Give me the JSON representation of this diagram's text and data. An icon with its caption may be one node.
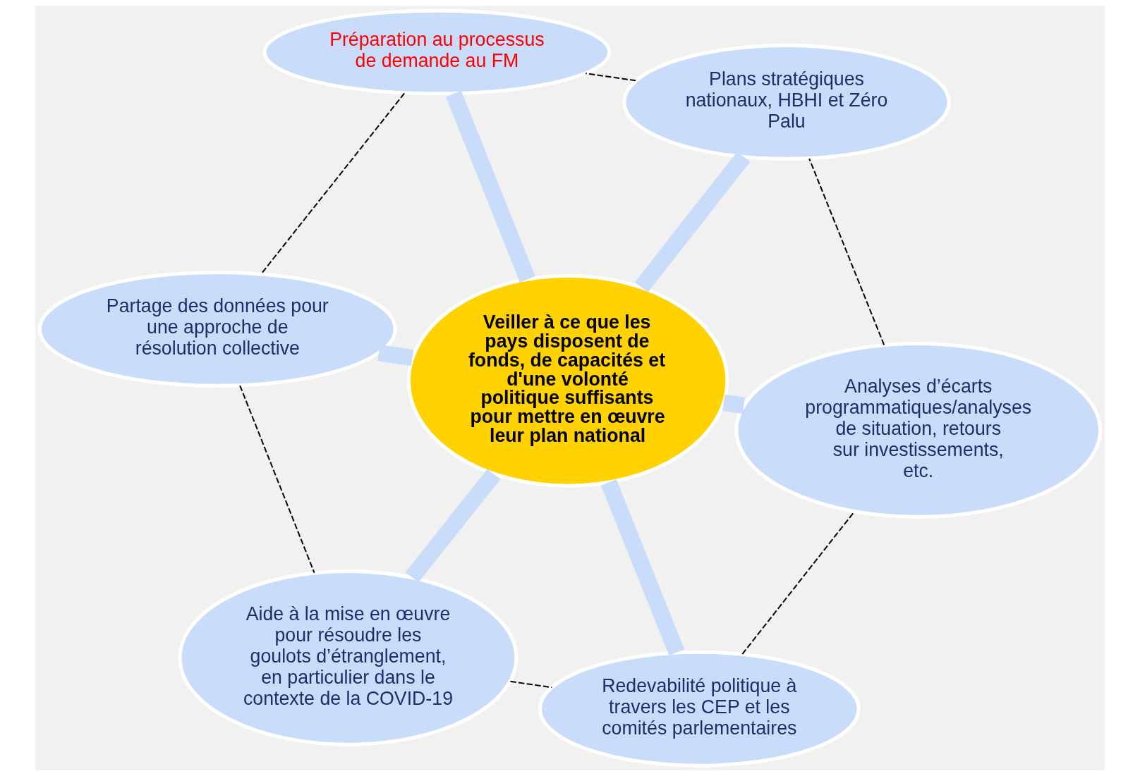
{
  "diagram": {
    "nodes": [
      {
        "text": [
          "Veiller à ce que les pays disposent de fonds, de capacités et d'une volonté politique suffisants pour mettre en œuvre leur plan national"
        ]
      },
      {
        "text": [
          "Redevabilité politique à travers les CEP et les comités parlementaires"
        ]
      },
      {
        "text": [
          "Analyses d’écarts programmatiques/analyses de situation, retours sur investissements, etc."
        ]
      },
      {
        "text": [
          "Plans stratégiques nationaux, HBHI et Zéro Palu"
        ]
      },
      {
        "text": [
          "Préparation au processus de demande au FM"
        ]
      },
      {
        "text": [
          "Partage des données pour une approche de résolution collective"
        ]
      },
      {
        "text": [
          "Aide à la mise en œuvre pour résoudre les goulots d’étranglement, en particulier dans le contexte de la COVID-19"
        ]
      }
    ],
    "edges": [
      {
        "from": 1,
        "to": 0,
        "arrow": "none",
        "style": "thick",
        "color": "#c9dcfa"
      },
      {
        "from": 2,
        "to": 0,
        "arrow": "none",
        "style": "thick",
        "color": "#c9dcfa"
      },
      {
        "from": 3,
        "to": 0,
        "arrow": "none",
        "style": "thick",
        "color": "#c9dcfa"
      },
      {
        "from": 4,
        "to": 0,
        "arrow": "none",
        "style": "thick",
        "color": "#c9dcfa"
      },
      {
        "from": 5,
        "to": 0,
        "arrow": "none",
        "style": "thick",
        "color": "#c9dcfa"
      },
      {
        "from": 6,
        "to": 0,
        "arrow": "none",
        "style": "thick",
        "color": "#c9dcfa"
      },
      {
        "from": 1,
        "to": 2,
        "arrow": "none",
        "style": "dashed",
        "color": "#000000"
      },
      {
        "from": 2,
        "to": 3,
        "arrow": "none",
        "style": "dashed",
        "color": "#000000"
      },
      {
        "from": 3,
        "to": 4,
        "arrow": "none",
        "style": "dashed",
        "color": "#000000"
      },
      {
        "from": 4,
        "to": 5,
        "arrow": "none",
        "style": "dashed",
        "color": "#000000"
      },
      {
        "from": 5,
        "to": 6,
        "arrow": "none",
        "style": "dashed",
        "color": "#000000"
      },
      {
        "from": 6,
        "to": 1,
        "arrow": "none",
        "style": "dashed",
        "color": "#000000"
      }
    ]
  }
}
